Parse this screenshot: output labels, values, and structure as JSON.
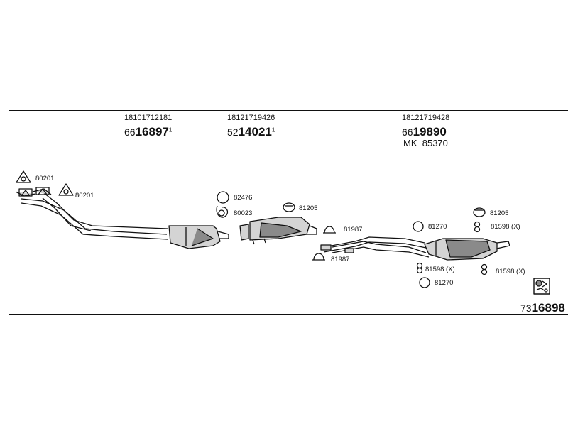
{
  "assembly": {
    "oem_left": "18101712181",
    "oem_middle": "18121719426",
    "oem_right": "18121719428",
    "part_left": {
      "prefix": "66",
      "main": "16897",
      "mark": "1"
    },
    "part_middle": {
      "prefix": "52",
      "main": "14021",
      "mark": "1"
    },
    "part_right": {
      "prefix": "66",
      "main": "19890"
    },
    "kit_label": "MK",
    "kit_number": "85370",
    "total": {
      "prefix": "73",
      "main": "16898"
    }
  },
  "fittings": {
    "f1": "80201",
    "f2": "80201",
    "f3": "82476",
    "f4": "80023",
    "f5": "81205",
    "f6": "81987",
    "f7": "81987",
    "f8": "81270",
    "f9": "81205",
    "f10": "81598 (X)",
    "f11": "81598 (X)",
    "f12": "81270",
    "f13": "81598 (X)"
  },
  "colors": {
    "line": "#111111",
    "part_fill": "#d4d4d4",
    "part_shade": "#8a8a8a"
  }
}
